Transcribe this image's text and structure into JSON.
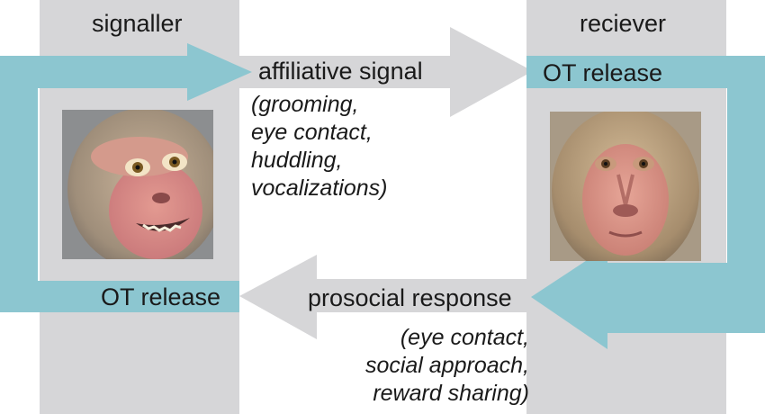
{
  "signaller": {
    "title": "signaller",
    "release_label": "OT release",
    "photo_icon": "macaque-face-grimace-photo"
  },
  "receiver": {
    "title": "reciever",
    "release_label": "OT release",
    "photo_icon": "macaque-face-neutral-photo"
  },
  "affiliative": {
    "label": "affiliative signal",
    "examples": [
      "(grooming,",
      "eye contact,",
      "huddling,",
      "vocalizations)"
    ]
  },
  "prosocial": {
    "label": "prosocial response",
    "examples": [
      "(eye contact,",
      "social approach,",
      "reward sharing)"
    ]
  },
  "colors": {
    "column_gray": "#d6d6d8",
    "arrow_gray": "#d6d6d8",
    "oxytocin_teal": "#8cc6d0"
  }
}
